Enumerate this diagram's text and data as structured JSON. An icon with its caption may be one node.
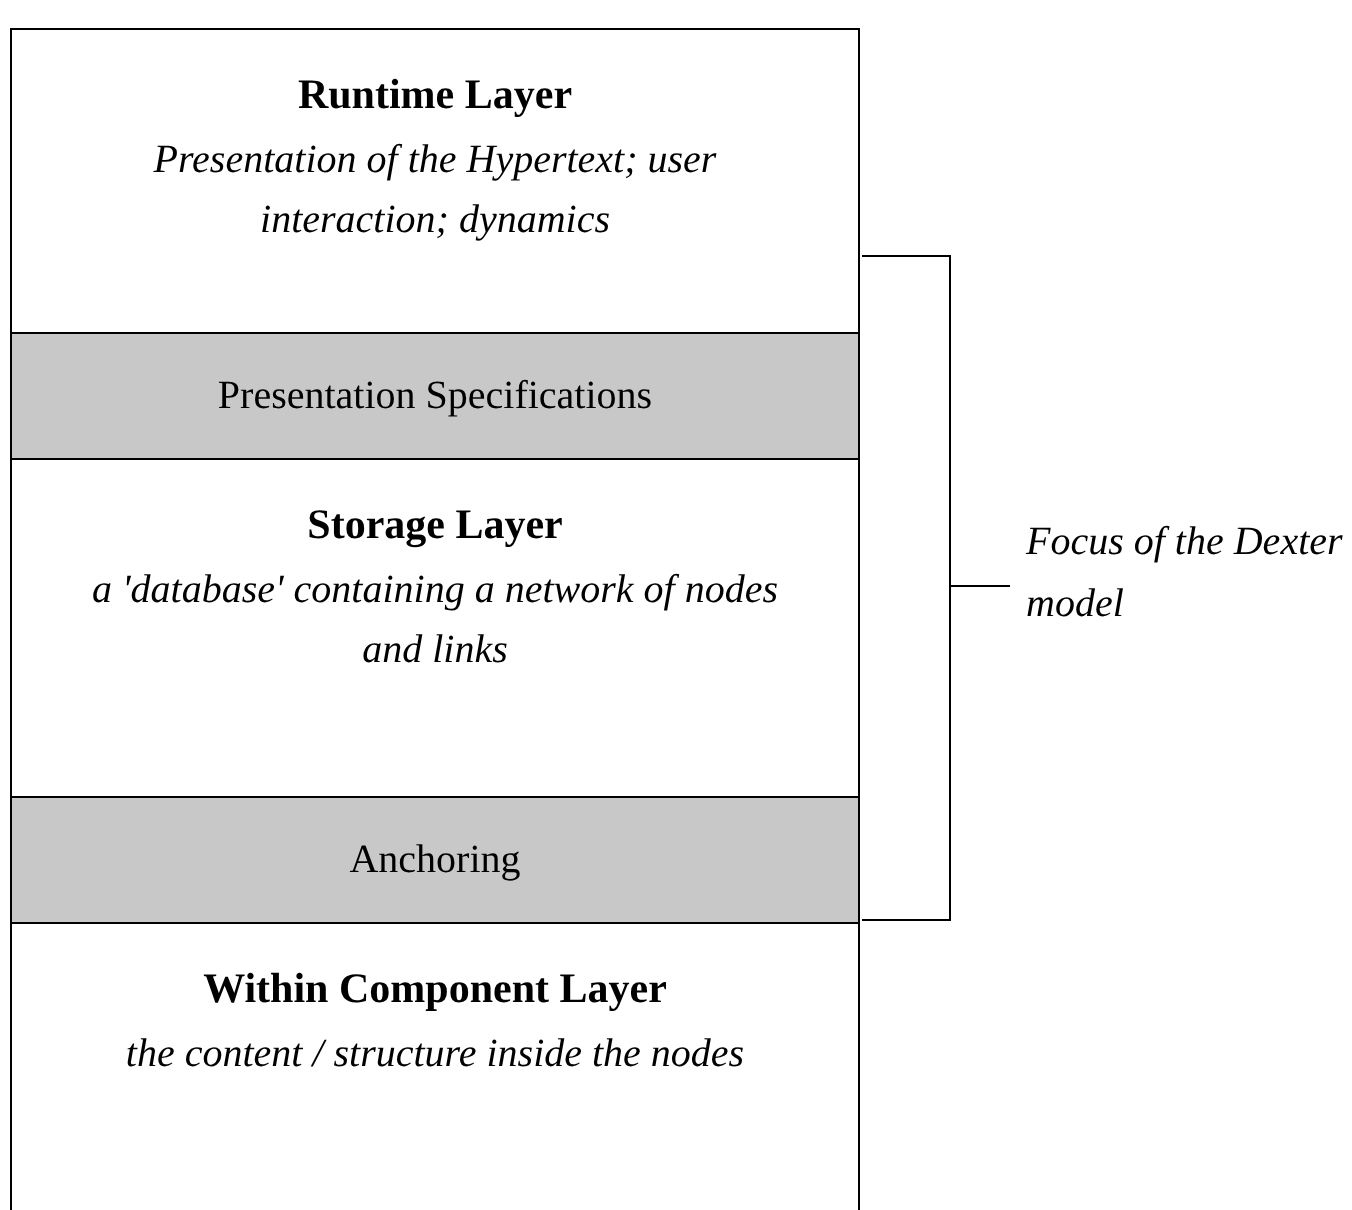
{
  "diagram": {
    "nodes": [
      {
        "text": [
          "Runtime Layer",
          "Presentation of the Hypertext; user interaction; dynamics"
        ]
      },
      {
        "text": [
          "Presentation Specifications"
        ]
      },
      {
        "text": [
          "Storage Layer",
          "a 'database' containing a network of nodes and links"
        ]
      },
      {
        "text": [
          "Anchoring"
        ]
      },
      {
        "text": [
          "Within Component Layer",
          "the content / structure inside the nodes"
        ]
      }
    ],
    "labels": [
      "Focus of the Dexter model"
    ]
  }
}
